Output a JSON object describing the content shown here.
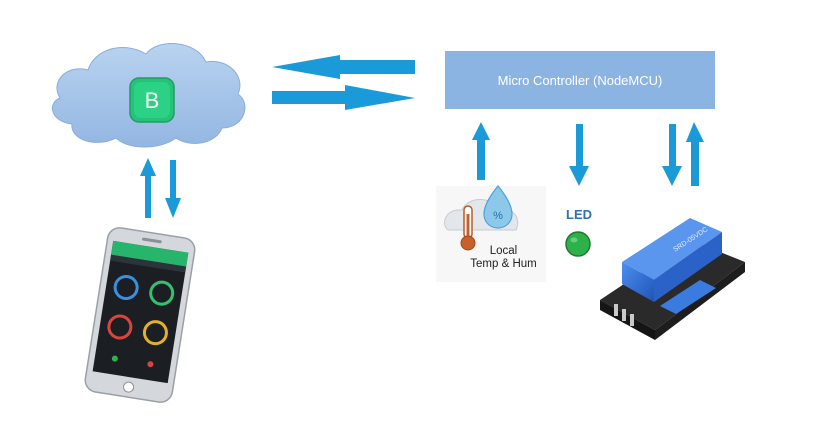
{
  "controller": {
    "label": "Micro Controller (NodeMCU)"
  },
  "cloud": {
    "logo_letter": "B",
    "icon": "blynk-cloud-icon"
  },
  "sensor": {
    "line1": "Local",
    "line2": "Temp & Hum",
    "badge": "%",
    "icon": "thermometer-humidity-icon"
  },
  "led": {
    "label": "LED",
    "color": "#2db24a"
  },
  "relay": {
    "icon": "relay-module-icon",
    "color": "#2f6fd0"
  },
  "phone": {
    "icon": "smartphone-app-icon"
  },
  "colors": {
    "arrow": "#1a9ad8",
    "cloud": "#a9c7ea",
    "controller_box": "#8cb4e2",
    "logo": "#27c27a"
  }
}
